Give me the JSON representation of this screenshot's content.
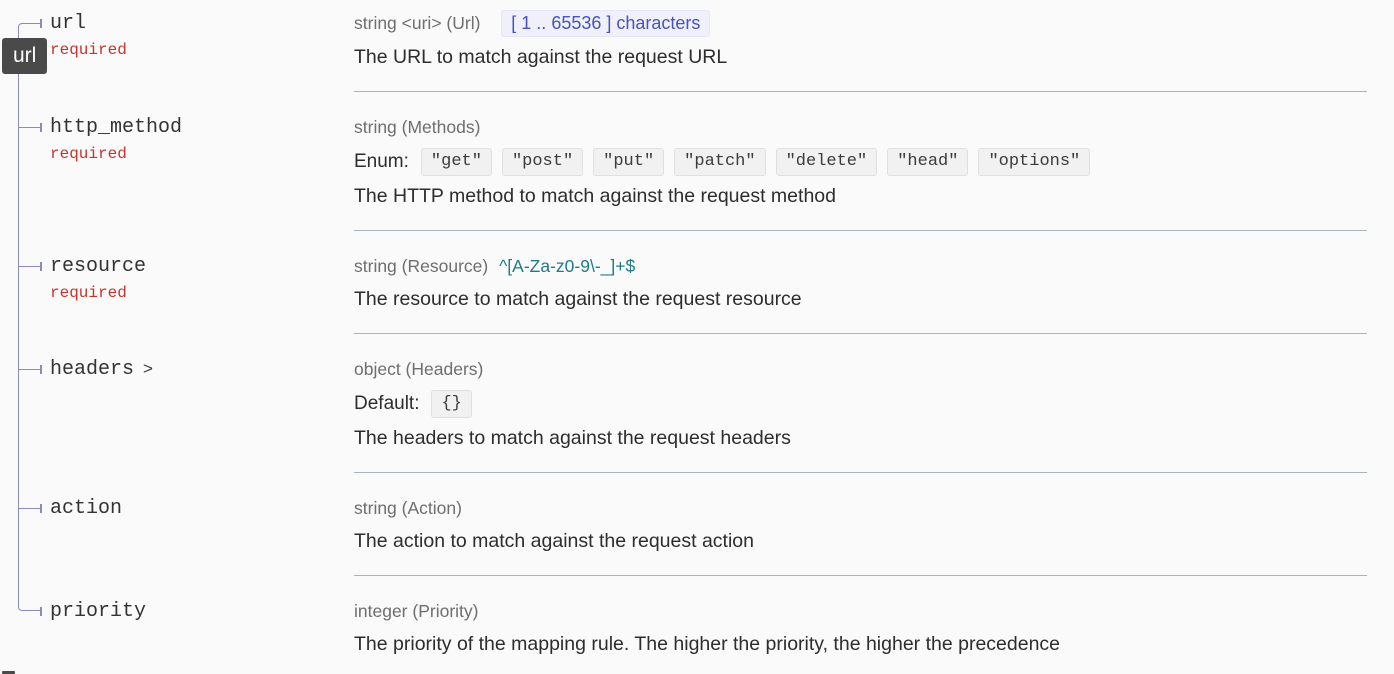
{
  "tooltip": {
    "label": "url"
  },
  "colors": {
    "required_red": "#c5342e",
    "pattern_teal": "#1e7b85",
    "constraint_indigo": "#4752bd",
    "tree_line": "#8a8ac1",
    "divider": "#a9b3ba",
    "tooltip_bg": "#4a4a4a"
  },
  "fields": [
    {
      "name": "url",
      "required_label": "required",
      "type": "string <uri> (Url)",
      "constraint": "[ 1 .. 65536 ] characters",
      "description": "The URL to match against the request URL"
    },
    {
      "name": "http_method",
      "required_label": "required",
      "type": "string (Methods)",
      "enum_label": "Enum:",
      "enum_values": [
        "\"get\"",
        "\"post\"",
        "\"put\"",
        "\"patch\"",
        "\"delete\"",
        "\"head\"",
        "\"options\""
      ],
      "description": "The HTTP method to match against the request method"
    },
    {
      "name": "resource",
      "required_label": "required",
      "type": "string (Resource)",
      "pattern": "^[A-Za-z0-9\\-_]+$",
      "description": "The resource to match against the request resource"
    },
    {
      "name": "headers",
      "expand_icon": ">",
      "type": "object (Headers)",
      "default_label": "Default:",
      "default_value": "{}",
      "description": "The headers to match against the request headers"
    },
    {
      "name": "action",
      "type": "string (Action)",
      "description": "The action to match against the request action"
    },
    {
      "name": "priority",
      "type": "integer (Priority)",
      "description": "The priority of the mapping rule. The higher the priority, the higher the precedence"
    }
  ]
}
